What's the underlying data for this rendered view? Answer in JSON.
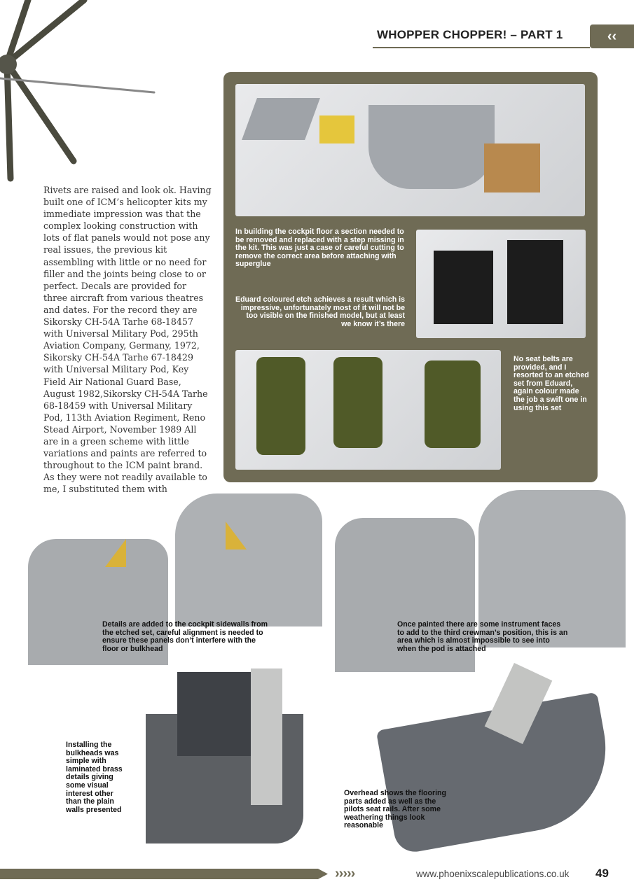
{
  "header": {
    "title": "WHOPPER CHOPPER! – PART 1",
    "chevron_icon": "double-chevron-left-icon",
    "accent_color": "#6f6b55"
  },
  "body_text": "Rivets are raised and look ok. Having built one of ICM’s helicopter kits my immediate impression was that the complex looking construction with lots of flat panels would not pose any real issues, the previous kit assembling with little or no need for filler and the joints being close to or perfect. Decals are provided for three aircraft from various theatres and dates. For the record they are Sikorsky CH-54A Tarhe 68-18457 with Universal Military Pod, 295th Aviation Company, Germany, 1972, Sikorsky CH-54A Tarhe 67-18429 with Universal Military Pod, Key Field Air National Guard Base, August 1982,Sikorsky CH-54A Tarhe 68-18459 with Universal Military Pod, 113th Aviation Regiment, Reno Stead Airport, November 1989 All are in a green scheme with little variations and paints are referred to throughout to the ICM paint brand. As they were not readily available to me, I substituted them with",
  "captions": {
    "cockpit_floor": "In building the cockpit floor a section needed to be removed and replaced with a step missing in the kit. This was just a case of careful cutting to remove the correct area before attaching with superglue",
    "eduard_etch": "Eduard coloured etch achieves a result which is impressive, unfortunately most of it will not be too visible on the finished model, but at least we know it’s there",
    "seat_belts": "No seat belts are provided, and I resorted to an etched set from Eduard, again colour made the job a swift one in using this set",
    "sidewalls": "Details are added to the cockpit sidewalls from the etched set, careful alignment is needed to ensure these panels don’t interfere with the floor or bulkhead",
    "painted": "Once painted there are some instrument faces to add to the third crewman’s position, this is an area which is almost impossible to see into when the pod is attached",
    "bulkheads": "Installing the bulkheads was simple with laminated brass details giving some visual interest other than the plain walls presented",
    "overhead": "Overhead shows the flooring parts added as well as the pilots seat rails. After some weathering things look reasonable"
  },
  "footer": {
    "arrows": "›››››",
    "url": "www.phoenixscalepublications.co.uk",
    "page": "49"
  }
}
